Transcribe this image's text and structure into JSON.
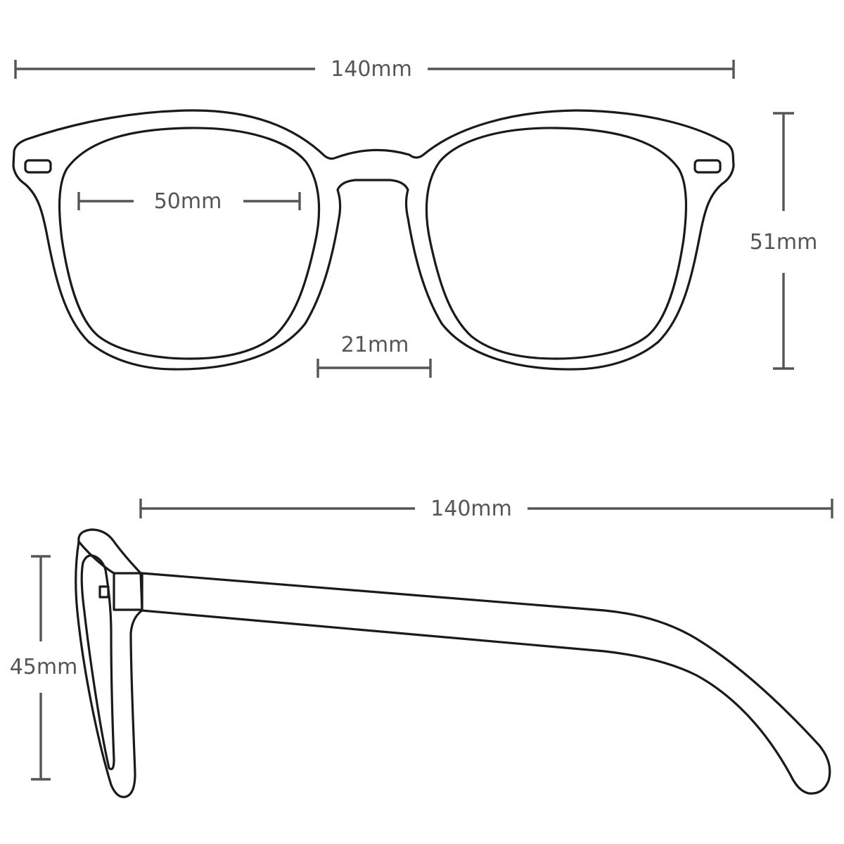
{
  "colors": {
    "outline": "#1a1a1a",
    "dimension": "#555555",
    "background": "#ffffff"
  },
  "dimensions": {
    "front_total_width": "140mm",
    "lens_width": "50mm",
    "bridge_width": "21mm",
    "lens_height": "51mm",
    "temple_length": "140mm",
    "side_height": "45mm"
  }
}
